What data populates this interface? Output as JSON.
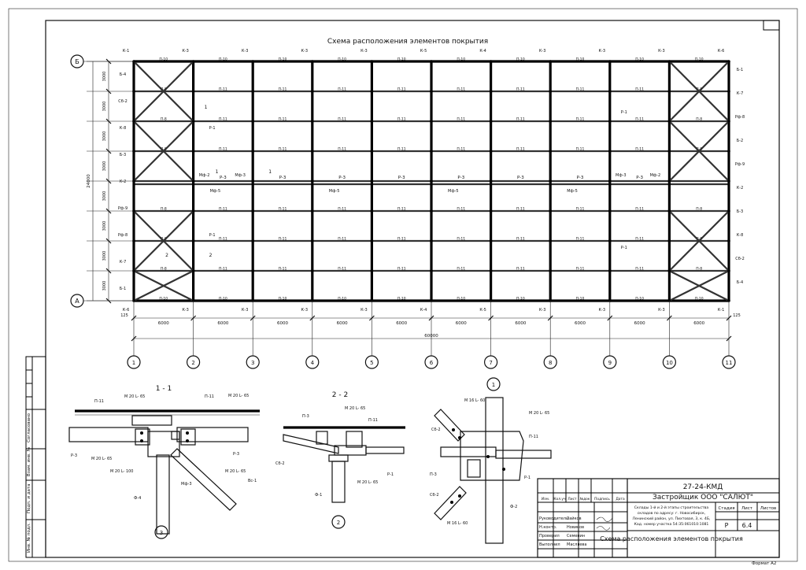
{
  "sheet": {
    "main_title": "Схема расположения элементов покрытия",
    "format": "Формат А2"
  },
  "plan": {
    "axes_cols": [
      "1",
      "2",
      "3",
      "4",
      "5",
      "6",
      "7",
      "8",
      "9",
      "10",
      "11"
    ],
    "axes_rows": [
      "Б",
      "А"
    ],
    "dims_bottom": [
      "6000",
      "6000",
      "6000",
      "6000",
      "6000",
      "6000",
      "6000",
      "6000",
      "6000",
      "6000"
    ],
    "dim_total": "60000",
    "dims_left": [
      "3000",
      "3000",
      "3000",
      "3000",
      "3000",
      "3000",
      "3000",
      "3000"
    ],
    "dim_left_total": "24000",
    "offset_label": "125",
    "top_labels": [
      "К-1",
      "К-3",
      "К-3",
      "К-3",
      "К-3",
      "К-5",
      "К-4",
      "К-3",
      "К-3",
      "К-3",
      "К-6"
    ],
    "bottom_labels": [
      "К-6",
      "К-3",
      "К-3",
      "К-3",
      "К-3",
      "К-4",
      "К-5",
      "К-3",
      "К-3",
      "К-3",
      "К-1"
    ],
    "left_labels": [
      "Б-4",
      "Сб-2",
      "К-8",
      "Б-3",
      "К-2",
      "Рф-9",
      "Рф-8",
      "К-7",
      "Б-1"
    ],
    "right_labels": [
      "Б-1",
      "К-7",
      "Рф-8",
      "Б-2",
      "Рф-9",
      "К-2",
      "Б-3",
      "К-8",
      "Сб-2",
      "Б-4"
    ],
    "beam_top": "П-10",
    "beam_mid": "П-11",
    "beam_edge": "П-8",
    "ridge_label": "Р-3",
    "ridge_strut": "Мф-5",
    "ridge_end": "Мф-3",
    "ridge_end2": "Мф-2",
    "truss_label": "Р-1",
    "section1_mark": "1",
    "section2_mark": "2",
    "node1_mark": "1"
  },
  "details": {
    "sec1_title": "1 - 1",
    "sec2_title": "2 - 2",
    "node_title": "1",
    "node_marker3": "3",
    "node_marker2": "2",
    "sec1_labels": [
      "П-11",
      "М 20 L- 65",
      "П-11",
      "М 20 L- 65",
      "Р-3",
      "М 20 L- 65",
      "Р-3",
      "М 20 L- 100",
      "М 20 L- 65",
      "Мф-3",
      "Вс-1",
      "Ф-4"
    ],
    "sec2_labels": [
      "П-3",
      "М 20 L- 65",
      "П-11",
      "Сб-2",
      "Ф-1",
      "М 20 L- 65",
      "Р-1"
    ],
    "node_labels": [
      "М 16 L- 60",
      "М 20 L- 65",
      "Сб-2",
      "П-11",
      "П-3",
      "Р-1",
      "Сб-2",
      "М 16 L- 60",
      "Ф-2"
    ]
  },
  "title_block": {
    "code": "27-24-КМД",
    "customer": "Застройщик ООО \"САЛЮТ\"",
    "object_desc": [
      "Склады 1-й и 2-й этапы строительства",
      "складов по адресу: г. Новосибирск,",
      "Ленинский район, ул. Пихтовая, 3, к. 4Б,",
      "Кад. номер участка 54:35:061010:1081"
    ],
    "stage_header": "Стадия",
    "sheet_header": "Лист",
    "sheets_header": "Листов",
    "stage": "Р",
    "sheet": "6.4",
    "sheets": "",
    "drawing_name": "Схема расположения элементов покрытия",
    "col_headers": [
      "Изм.",
      "Кол.уч",
      "Лист",
      "№док",
      "Подпись",
      "Дата"
    ],
    "roles": [
      "Руководитель",
      "Н.контр.",
      "Проверил",
      "Выполнил"
    ],
    "names": [
      "Зайков",
      "Новиков",
      "Семенин",
      "Масляева"
    ]
  },
  "left_stamp": [
    "Согласовано",
    "Взам. инв. №",
    "Подп. и дата",
    "Инв. № подл."
  ]
}
